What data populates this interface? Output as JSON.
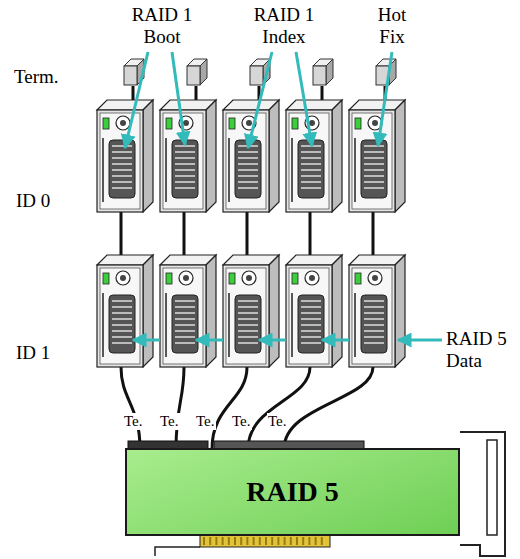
{
  "diagram": {
    "nodes": [
      {
        "text": [
          "RAID 5"
        ]
      }
    ],
    "labels": [
      "RAID 1 Boot",
      "RAID 1 Index",
      "Hot Fix",
      "Term.",
      "ID 0",
      "ID 1",
      "RAID 5 Data",
      "Te.",
      "Te.",
      "Te.",
      "Te.",
      "Te."
    ]
  }
}
